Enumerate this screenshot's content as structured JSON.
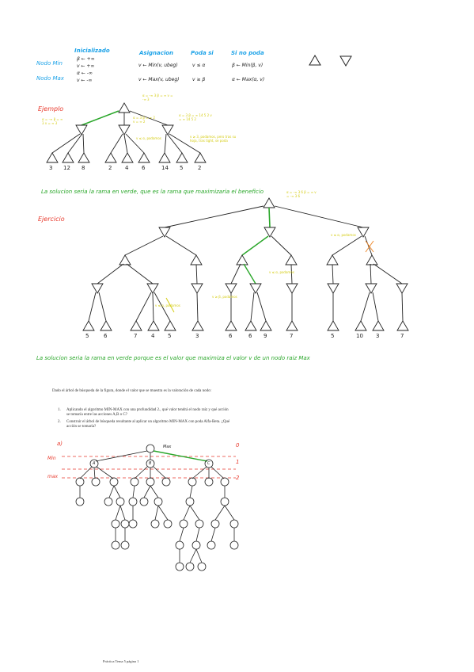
{
  "legend": {
    "headers": [
      "Inicializado",
      "Asignacion",
      "Poda si",
      "Si no poda"
    ],
    "row_max": {
      "label": "Nodo Max",
      "init": [
        "α ← -∞",
        "v ← -∞"
      ],
      "assign": "v ← Max(v, ubeg)",
      "prune": "v ≥ β",
      "else": "α ← Max(α, v)"
    },
    "row_min": {
      "label": "Nodo Min",
      "init": [
        "β ← +∞",
        "v ← +∞"
      ],
      "assign": "v ← Min(v, ubeg)",
      "prune": "v ≤ α",
      "else": "β ← Min(β, v)"
    }
  },
  "section1": {
    "title": "Ejemplo",
    "leaves": [
      "3",
      "12",
      "8",
      "2",
      "4",
      "6",
      "14",
      "5",
      "2"
    ],
    "root_vals": "α = -∞ 3  β = ∞  v = -∞ 3",
    "min1_vals": "α = -∞  β = ∞ 3  v = ∞ 3",
    "min2_vals": "α = 3  β = ∞ 2  v = ∞ 2",
    "min3_vals": "α = 3  β = ∞ 14 5 2  v = ∞ 14 5 2",
    "note_prune": "v ≤ α, podamos",
    "note_no_prune": "v ≥ 3, podamos, pero tras su hoja, tras tight, se poda"
  },
  "conclusion1": "La solucion seria la rama en verde, que es la rama que maximizaria el beneficio",
  "section2": {
    "title": "Ejercicio",
    "leaves": [
      "5",
      "6",
      "7",
      "4",
      "5",
      "3",
      "6",
      "6",
      "9",
      "7",
      "5",
      "10",
      "3",
      "7"
    ],
    "root_vals": "α = -∞ 3 6  β = ∞  v = -∞ 3 6",
    "notes": [
      "v ≤ α, podamos",
      "v ≥ β, podamos",
      "v ≤ α, podamos",
      "v ≤ α, podamos"
    ]
  },
  "conclusion2": "La solucion seria la rama en verde porque es el valor que maximiza el valor v de un nodo raiz Max",
  "printed": {
    "intro": "Dado el árbol de búsqueda de la figura, donde el valor que se muestra es la valoración de cada nodo:",
    "q1": "Aplicando el algoritmo MIN-MAX con una profundidad 2., qué valor tendrá el nodo raíz y qué acción se tomaría entre las acciones A,B o C?",
    "q2": "Construir el árbol de búsqueda resultante al aplicar un algoritmo MIN-MAX con poda Alfa-Beta. ¿Qué acción se tomaría?",
    "answer_label": "a)",
    "max_label": "Max",
    "min_label": "Min",
    "max2_label": "max",
    "level0": "0",
    "level1": "1",
    "level2": "2",
    "node_labels": [
      "A",
      "B",
      "C"
    ],
    "footer": "Práctica Tema 5 página 1"
  },
  "colors": {
    "blue": "#1ea3e8",
    "red": "#e8392c",
    "green": "#2aa72a",
    "yellow": "#d4cc12",
    "orange": "#ef8a2e",
    "ink": "#222222"
  }
}
